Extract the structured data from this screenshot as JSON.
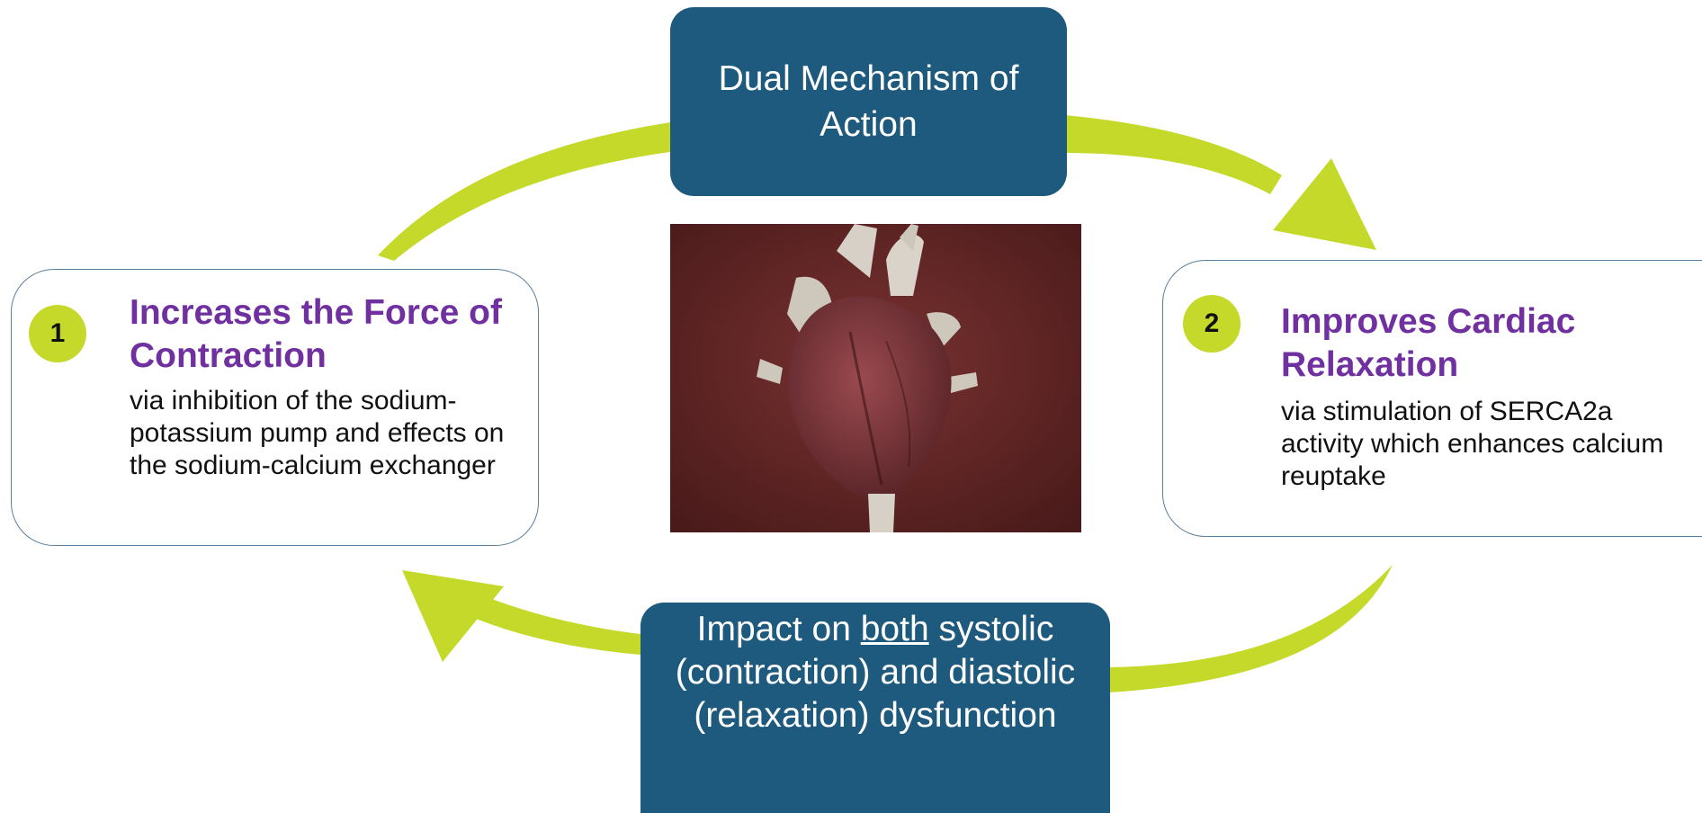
{
  "diagram": {
    "center_top": "Dual Mechanism of Action",
    "bottom": {
      "prefix": "Impact on ",
      "emphasis": "both",
      "suffix": " systolic (contraction) and diastolic (relaxation) dysfunction"
    },
    "steps": [
      {
        "number": "1",
        "title": "Increases the Force of Contraction",
        "description": "via inhibition of the sodium-potassium pump and effects on the sodium-calcium exchanger"
      },
      {
        "number": "2",
        "title": "Improves Cardiac Relaxation",
        "description": "via stimulation of SERCA2a activity which enhances calcium reuptake"
      }
    ],
    "image": {
      "subject": "anatomical heart illustration",
      "background_color": "#6e2a2a"
    },
    "colors": {
      "arrow": "#c5d92b",
      "dark_box": "#1e5a7d",
      "title": "#7030a0",
      "badge": "#c5d92b"
    }
  }
}
